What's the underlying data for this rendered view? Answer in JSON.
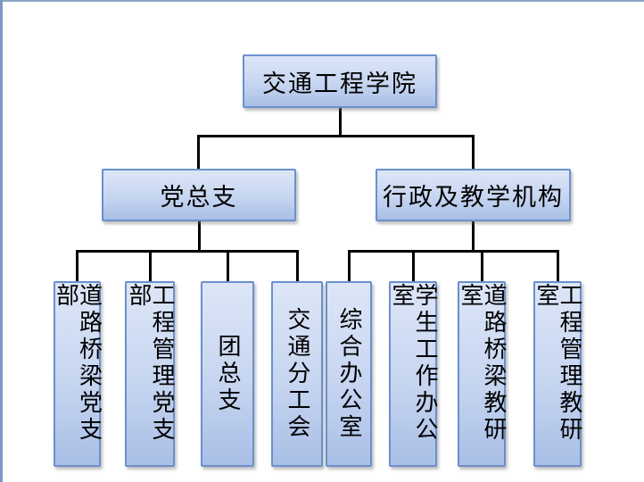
{
  "colors": {
    "frame_left": "#7b99c7",
    "frame_top": "#8aa6c6",
    "box_fill_top": "#dde6f8",
    "box_fill_mid": "#c6d5f0",
    "box_fill_bottom": "#a9bfe6",
    "box_border": "#6b90cc",
    "connector": "#000000",
    "text": "#000000"
  },
  "org_chart": {
    "root": {
      "label": "交通工程学院"
    },
    "branches": [
      {
        "label": "党总支",
        "children": [
          "道路桥梁党支部",
          "工程管理党支部",
          "团总支",
          "交通分工会"
        ]
      },
      {
        "label": "行政及教学机构",
        "children": [
          "综合办公室",
          "学生工作办公室",
          "道路桥梁教研室",
          "工程管理教研室"
        ]
      }
    ]
  }
}
